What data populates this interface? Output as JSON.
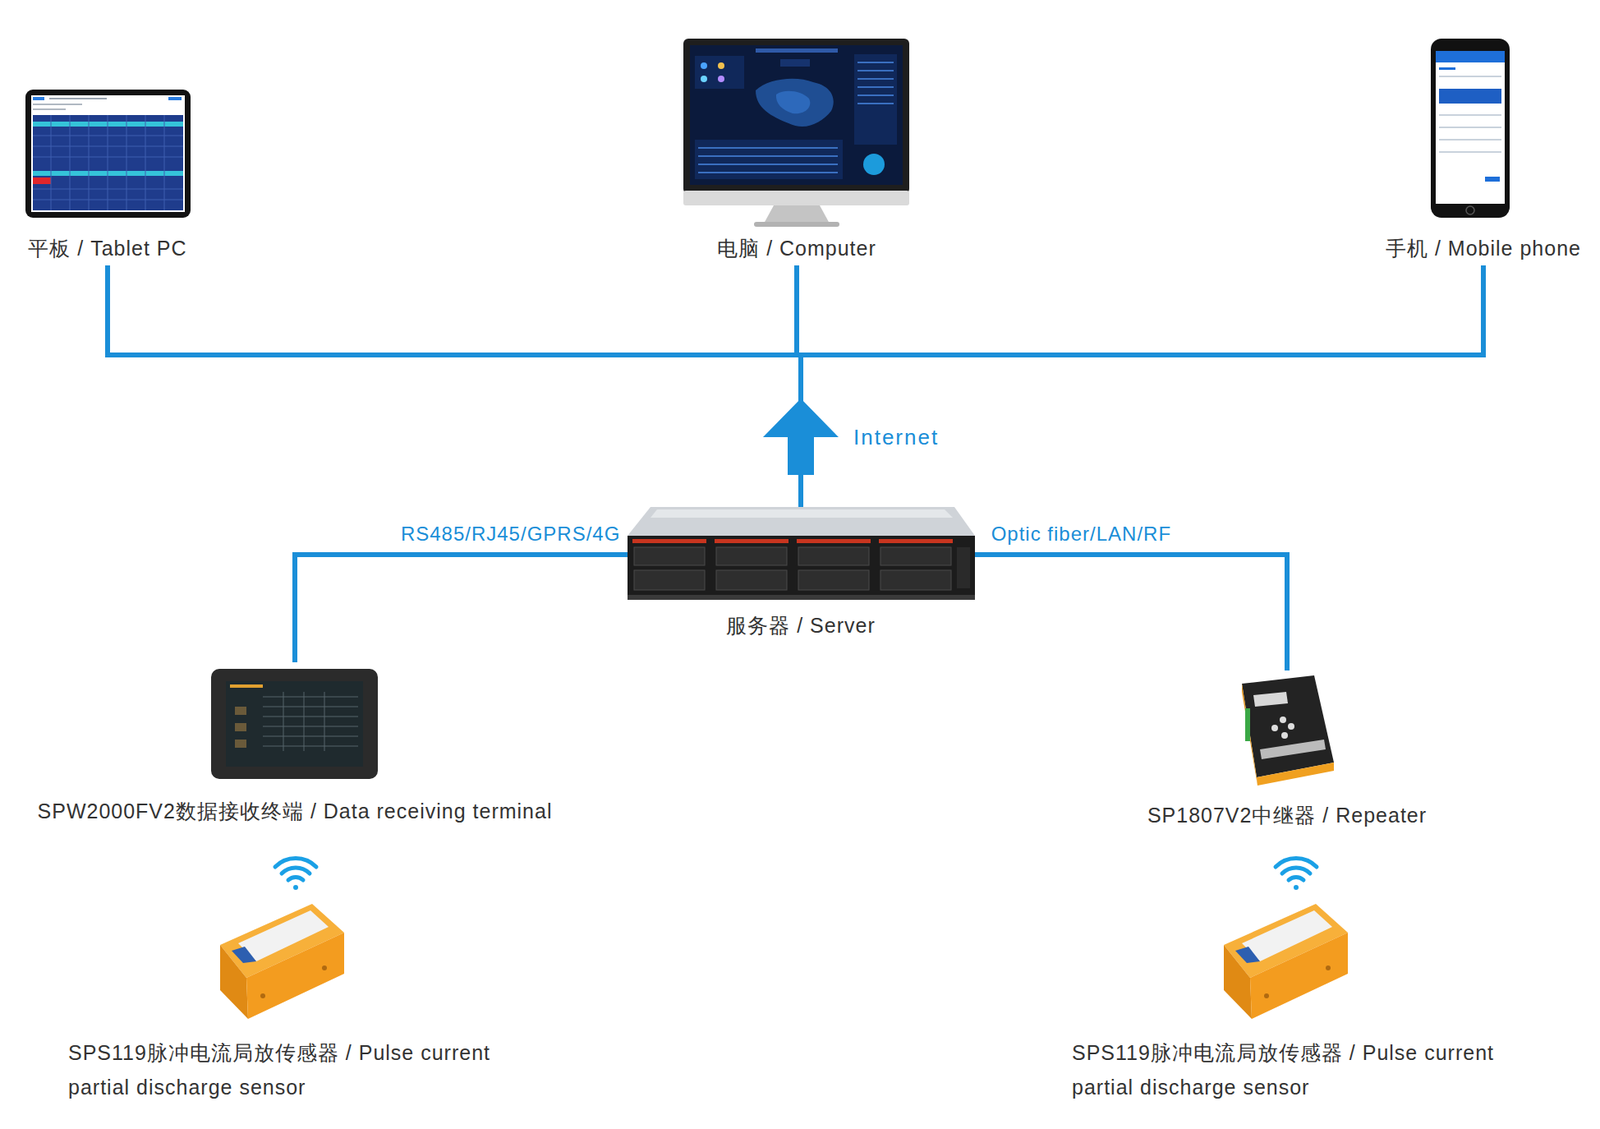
{
  "diagram": {
    "nodes": [
      {
        "text": [
          "平板 / Tablet PC"
        ]
      },
      {
        "text": [
          "电脑 / Computer"
        ]
      },
      {
        "text": [
          "手机 / Mobile phone"
        ]
      },
      {
        "text": [
          "服务器 / Server"
        ]
      },
      {
        "text": [
          "SPW2000FV2数据接收终端 / Data receiving terminal"
        ]
      },
      {
        "text": [
          "SP1807V2中继器 / Repeater"
        ]
      },
      {
        "text": [
          "SPS119脉冲电流局放传感器 / Pulse current partial discharge sensor"
        ]
      },
      {
        "text": [
          "SPS119脉冲电流局放传感器 / Pulse current partial discharge sensor"
        ]
      }
    ],
    "edges": [
      {
        "from": 3,
        "to": 0,
        "arrow": "none"
      },
      {
        "from": 3,
        "to": 1,
        "arrow": "none"
      },
      {
        "from": 3,
        "to": 2,
        "arrow": "none"
      },
      {
        "from": 3,
        "to": 4,
        "label": "RS485/RJ45/GPRS/4G",
        "arrow": "none"
      },
      {
        "from": 3,
        "to": 5,
        "label": "Optic fiber/LAN/RF",
        "arrow": "none"
      }
    ],
    "labels": [
      "Internet"
    ]
  }
}
